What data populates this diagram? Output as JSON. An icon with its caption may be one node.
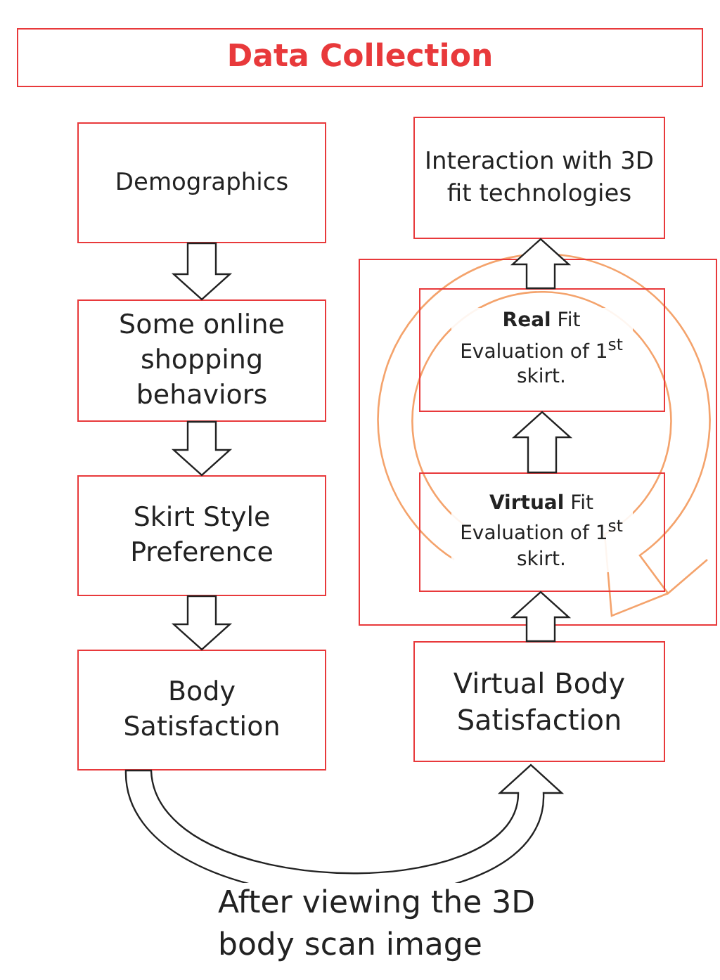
{
  "diagram": {
    "nodes": [
      {
        "text": [
          "Data Collection"
        ]
      },
      {
        "text": [
          "Demographics"
        ]
      },
      {
        "text": [
          "Some online shopping behaviors"
        ]
      },
      {
        "text": [
          "Skirt Style Preference"
        ]
      },
      {
        "text": [
          "Body Satisfaction"
        ]
      },
      {
        "text": [
          "Interaction with 3D fit technologies"
        ]
      },
      {
        "text": [],
        "shape": "box"
      },
      {
        "text": [
          "**Real** Fit Evaluation of 1$^{st}$ skirt."
        ],
        "in": 6
      },
      {
        "text": [
          "**Virtual** Fit Evaluation of 1$^{st}$ skirt."
        ],
        "in": 6
      },
      {
        "text": [
          "Virtual Body Satisfaction"
        ]
      }
    ],
    "edges": [
      {
        "from": 1,
        "to": 2,
        "arrow": "to"
      },
      {
        "from": 2,
        "to": 3,
        "arrow": "to"
      },
      {
        "from": 3,
        "to": 4,
        "arrow": "to"
      },
      {
        "from": 4,
        "to": 9,
        "arrow": "to",
        "label": "After viewing the 3D body scan image"
      },
      {
        "from": 9,
        "to": 8,
        "arrow": "to"
      },
      {
        "from": 8,
        "to": 7,
        "arrow": "to"
      },
      {
        "from": 7,
        "to": 5,
        "arrow": "to"
      }
    ]
  }
}
